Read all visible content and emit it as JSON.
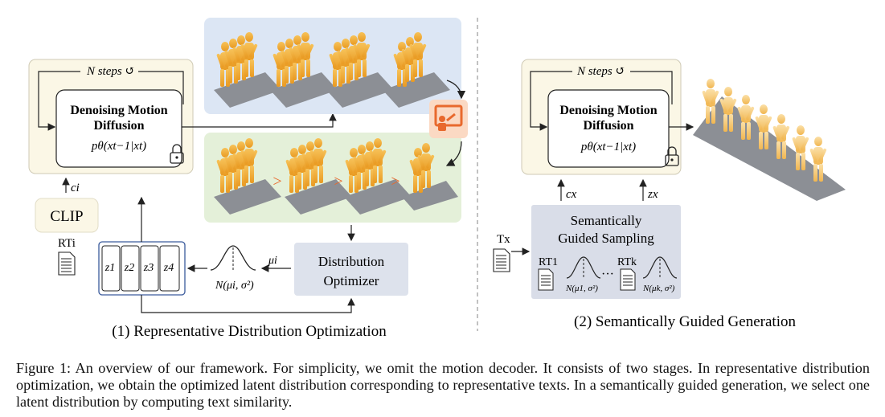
{
  "left_panel": {
    "steps_label": "N steps ↺",
    "diffusion_title_line1": "Denoising Motion",
    "diffusion_title_line2": "Diffusion",
    "diffusion_formula": "pθ(xt−1|xt)",
    "cond_label": "ci",
    "clip_label": "CLIP",
    "rt_label": "RTi",
    "z_boxes": [
      "z1",
      "z2",
      "z3",
      "z4"
    ],
    "mu_label": "μi",
    "normal_label": "N(μi, σ²)",
    "optimizer_line1": "Distribution",
    "optimizer_line2": "Optimizer",
    "rank_symbols": [
      ">",
      ">",
      ">"
    ],
    "subtitle": "(1) Representative Distribution Optimization"
  },
  "right_panel": {
    "steps_label": "N steps ↺",
    "diffusion_title_line1": "Denoising Motion",
    "diffusion_title_line2": "Diffusion",
    "diffusion_formula": "pθ(xt−1|xt)",
    "cx_label": "cx",
    "zx_label": "zx",
    "tx_label": "Tx",
    "sampling_line1": "Semantically",
    "sampling_line2": "Guided Sampling",
    "rt1_label": "RT1",
    "rtk_label": "RTk",
    "normal1_label": "N(μ1, σ²)",
    "normalk_label": "N(μk, σ²)",
    "ellipsis": "···",
    "subtitle": "(2) Semantically Guided Generation"
  },
  "colors": {
    "cream_box": "#fbf7e6",
    "blue_panel": "#dce6f4",
    "green_panel": "#e4f0d9",
    "gray_box": "#d9dde8",
    "optimizer_box": "#dde2ec",
    "figure_orange": "#f2b23a",
    "accent_orange": "#e8692d",
    "z_border": "#3a5a9c"
  },
  "caption": {
    "text": "Figure 1: An overview of our framework. For simplicity, we omit the motion decoder. It consists of two stages. In representative distribution optimization, we obtain the optimized latent distribution corresponding to representative texts. In a semantically guided generation, we select one latent distribution by computing text similarity."
  }
}
